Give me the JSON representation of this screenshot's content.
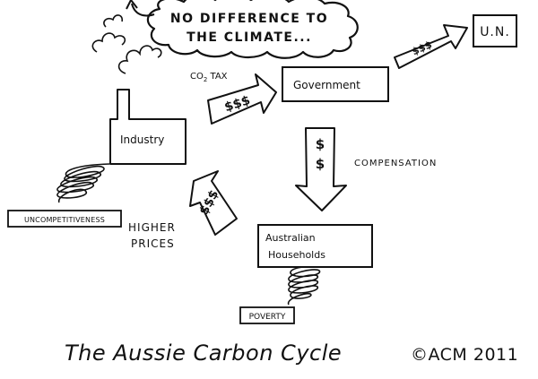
{
  "diagram": {
    "callout": {
      "line1": "NO DIFFERENCE TO",
      "line2": "THE CLIMATE..."
    },
    "nodes": {
      "un": "U.N.",
      "government": "Government",
      "industry": "Industry",
      "households_line1": "Australian",
      "households_line2": "Households",
      "uncompetitiveness": "UNCOMPETITIVENESS",
      "poverty": "POVERTY"
    },
    "arrows": {
      "co2_tax_a": "CO",
      "co2_tax_sub": "2",
      "co2_tax_b": " TAX",
      "tax_arrow": "$$$",
      "un_arrow": "$$$",
      "compensation": "COMPENSATION",
      "compensation_arrow": "$ $",
      "prices_arrow": "$$$",
      "higher_prices_line1": "HIGHER",
      "higher_prices_line2": "PRICES"
    },
    "footer": {
      "title": "The Aussie Carbon Cycle",
      "credit": "©ACM 2011"
    }
  }
}
